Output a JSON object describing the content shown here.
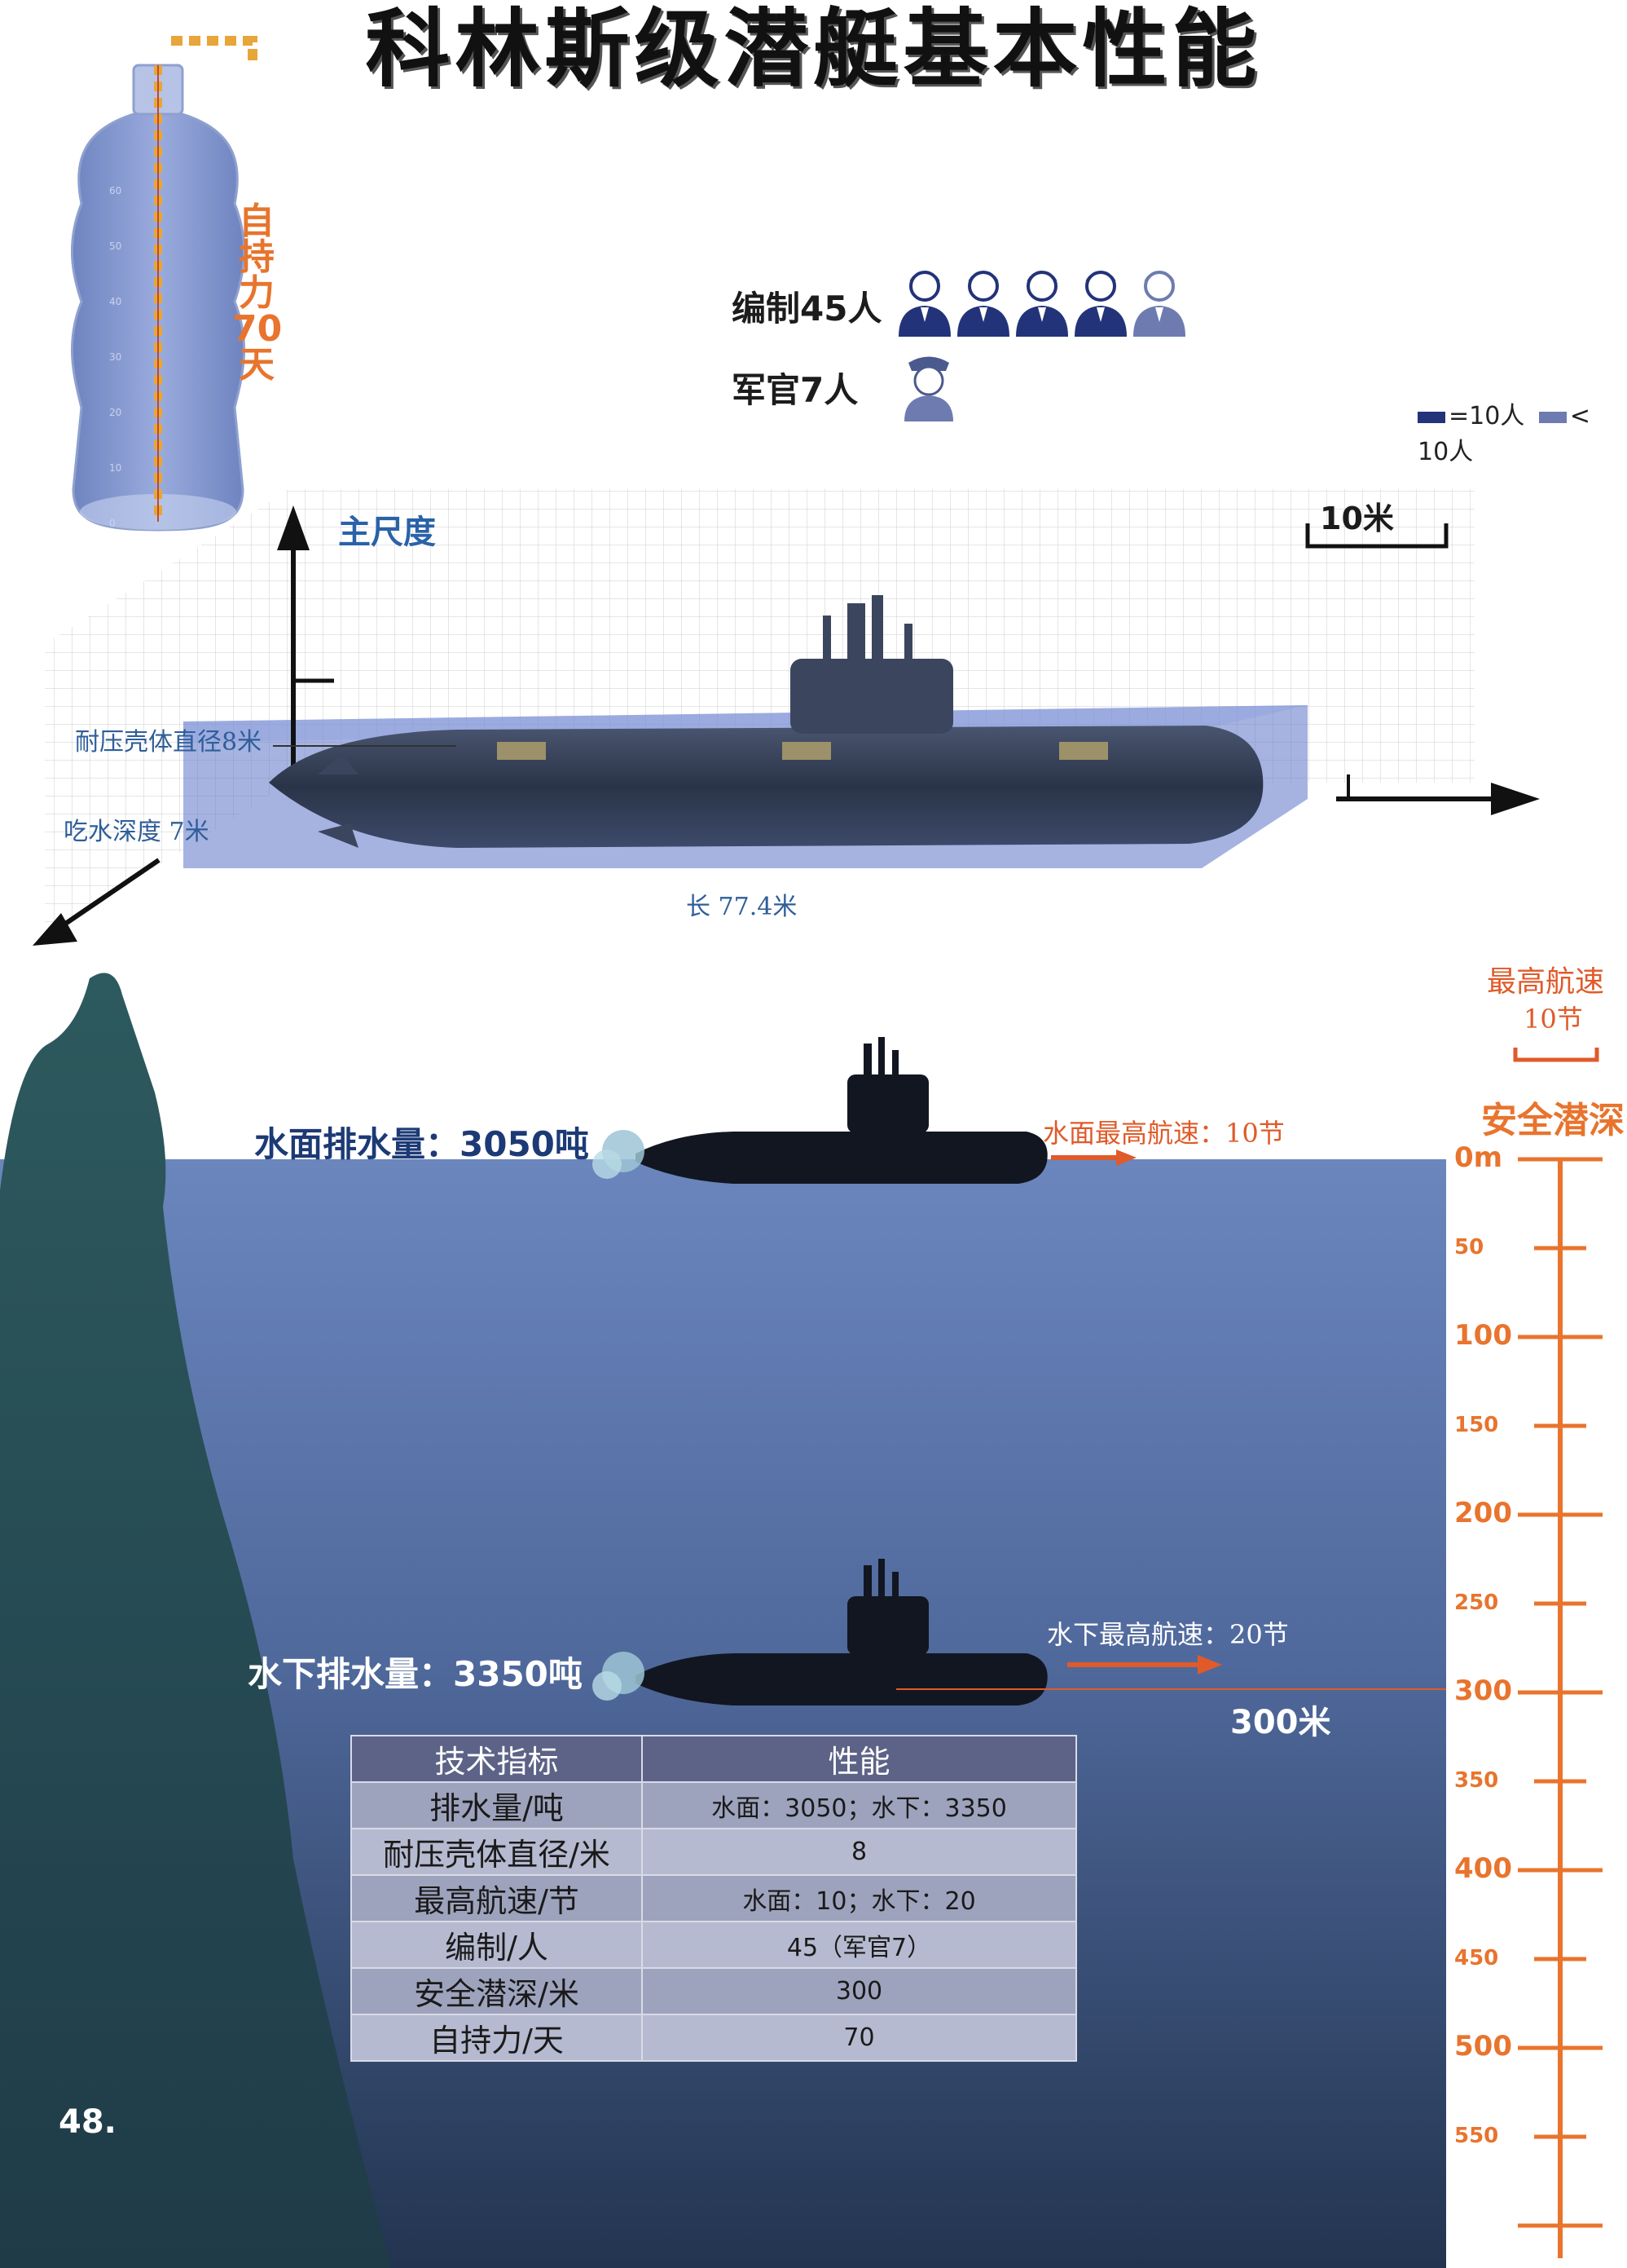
{
  "title": "科林斯级潜艇基本性能",
  "endurance": {
    "label": "自持力 70天",
    "ruler_ticks": [
      "60",
      "50",
      "40",
      "30",
      "20",
      "10",
      "0"
    ]
  },
  "crew": {
    "crew_label": "编制45人",
    "crew_full_icons": 4,
    "crew_partial_icons": 1,
    "officer_label": "军官7人",
    "legend_full": "=10人",
    "legend_partial": "< 10人"
  },
  "dimensions": {
    "title": "主尺度",
    "scale_label": "10米",
    "hull_diameter_label": "耐压壳体直径8米",
    "draft_label": "吃水深度 7米",
    "length_label": "长 77.4米"
  },
  "ocean": {
    "surface_displacement": "水面排水量：3050吨",
    "submerged_displacement": "水下排水量：3350吨",
    "surface_speed": "水面最高航速：10节",
    "submerged_speed": "水下最高航速：20节",
    "safe_depth_callout": "300米",
    "max_speed_title": "最高航速",
    "max_speed_value": "10节",
    "depth_scale_title": "安全潜深",
    "depth_ticks": [
      "0m",
      "50",
      "100",
      "150",
      "200",
      "250",
      "300",
      "350",
      "400",
      "450",
      "500",
      "550"
    ]
  },
  "table": {
    "headers": [
      "技术指标",
      "性能"
    ],
    "rows": [
      {
        "key": "排水量/吨",
        "value": "水面：3050；水下：3350"
      },
      {
        "key": "耐压壳体直径/米",
        "value": "8"
      },
      {
        "key": "最高航速/节",
        "value": "水面：10；水下：20"
      },
      {
        "key": "编制/人",
        "value": "45（军官7）"
      },
      {
        "key": "安全潜深/米",
        "value": "300"
      },
      {
        "key": "自持力/天",
        "value": "70"
      }
    ]
  },
  "page_number": "48.",
  "colors": {
    "accent_orange": "#e8742d",
    "navy": "#23337a",
    "sea_top": "#6a86bd",
    "sea_bottom": "#22344f",
    "rock": "#2d5a5e"
  }
}
